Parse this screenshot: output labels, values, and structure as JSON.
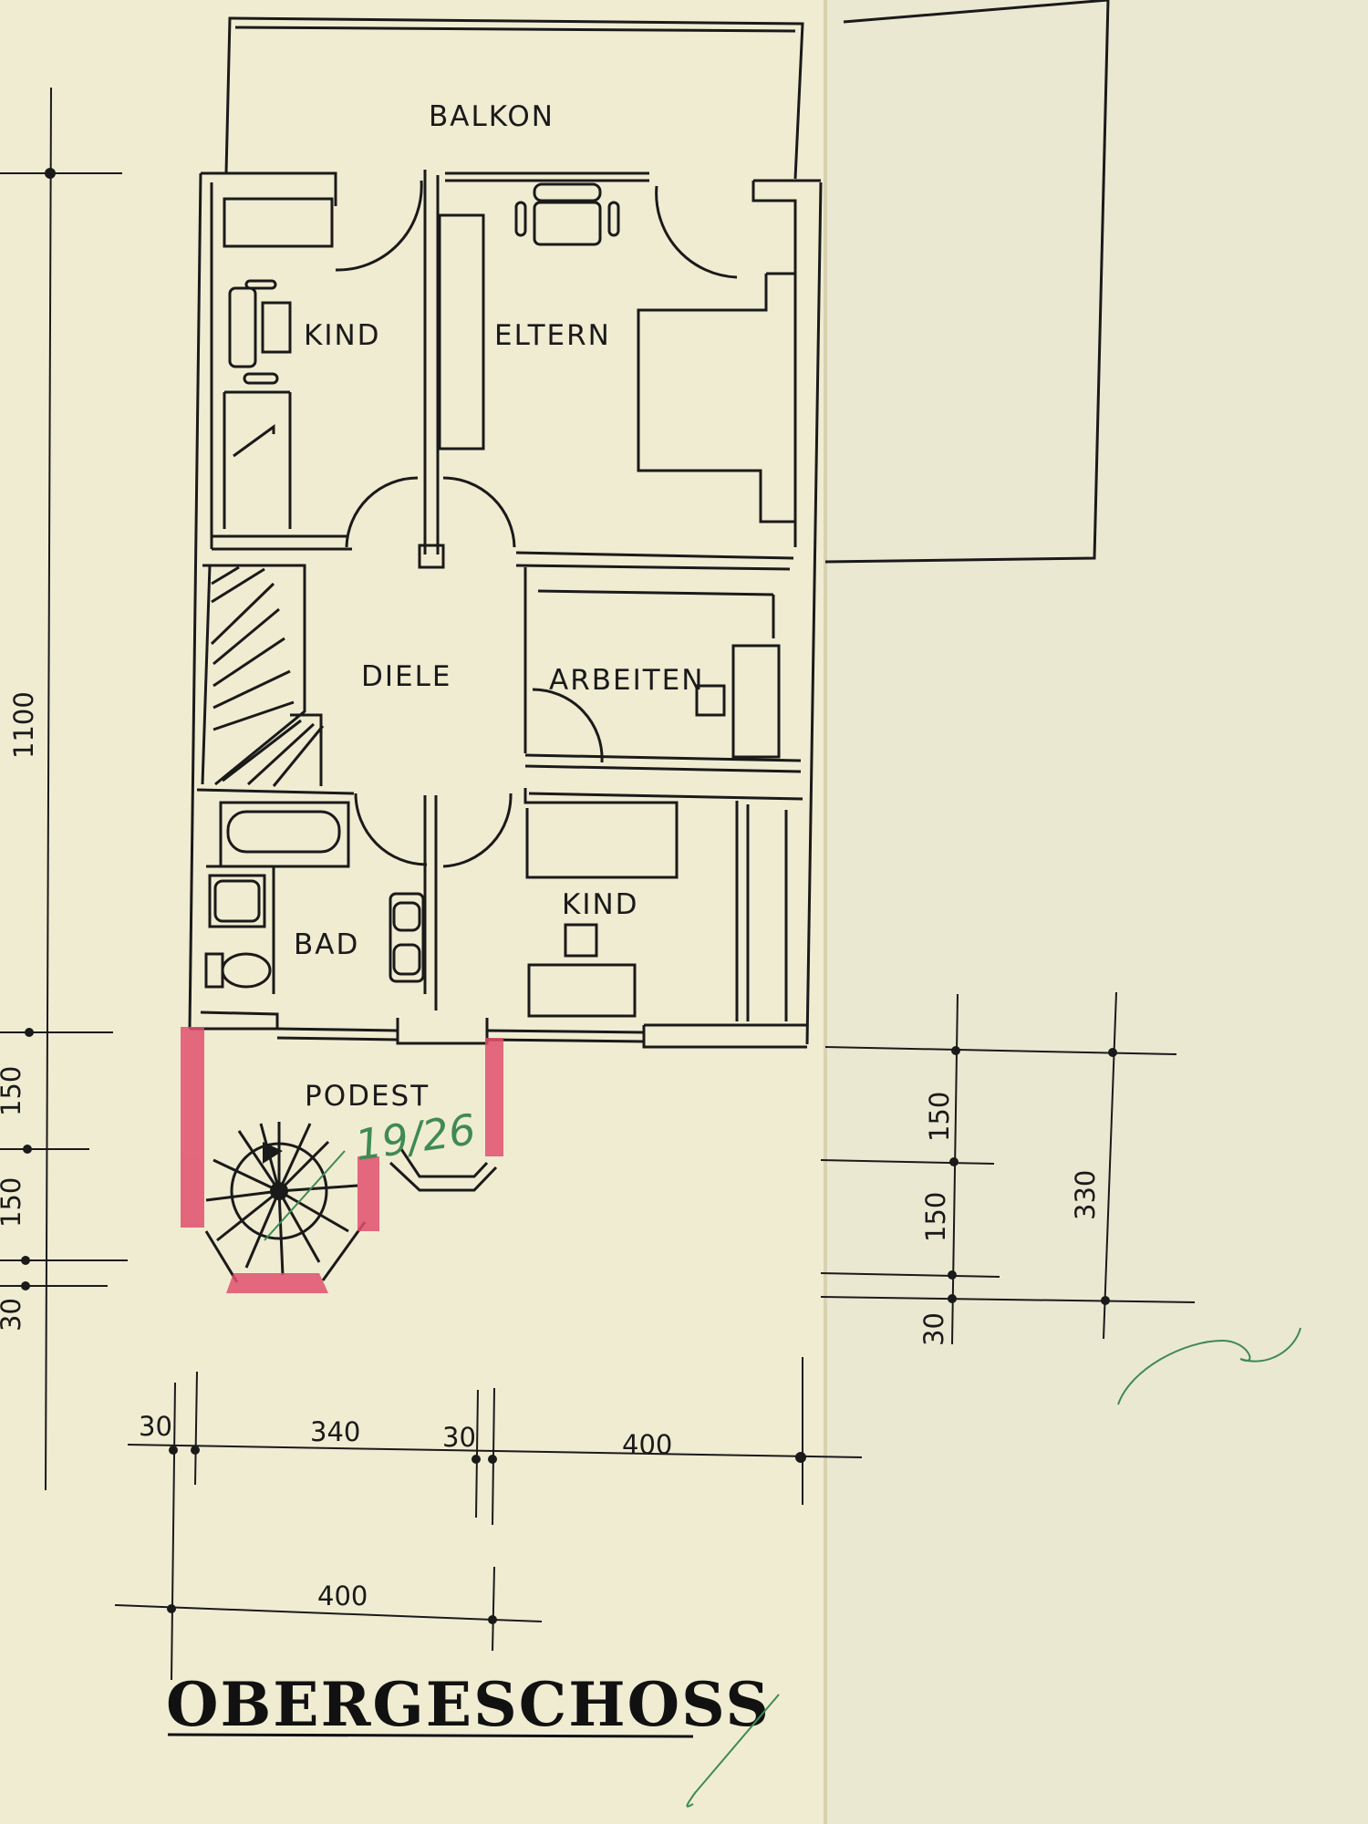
{
  "plan": {
    "title": "OBERGESCHOSS",
    "handwritten_note": "19/26",
    "colors": {
      "paper": "#f0ecd2",
      "paper_right": "#ebe8cf",
      "ink": "#1a1a1a",
      "highlight": "#e0506e",
      "pen_green": "#3f8a55"
    },
    "rooms": {
      "balkon": "BALKON",
      "kind_top": "KIND",
      "eltern": "ELTERN",
      "diele": "DIELE",
      "arbeiten": "ARBEITEN",
      "bad": "BAD",
      "kind_bottom": "KIND",
      "podest": "PODEST"
    },
    "dimensions": {
      "left_vertical": [
        "1100",
        "150",
        "150",
        "30"
      ],
      "right_vertical": [
        "150",
        "150",
        "30"
      ],
      "right_total": "330",
      "bottom_row": [
        "30",
        "340",
        "30",
        "400"
      ],
      "bottom_total": "400"
    }
  }
}
